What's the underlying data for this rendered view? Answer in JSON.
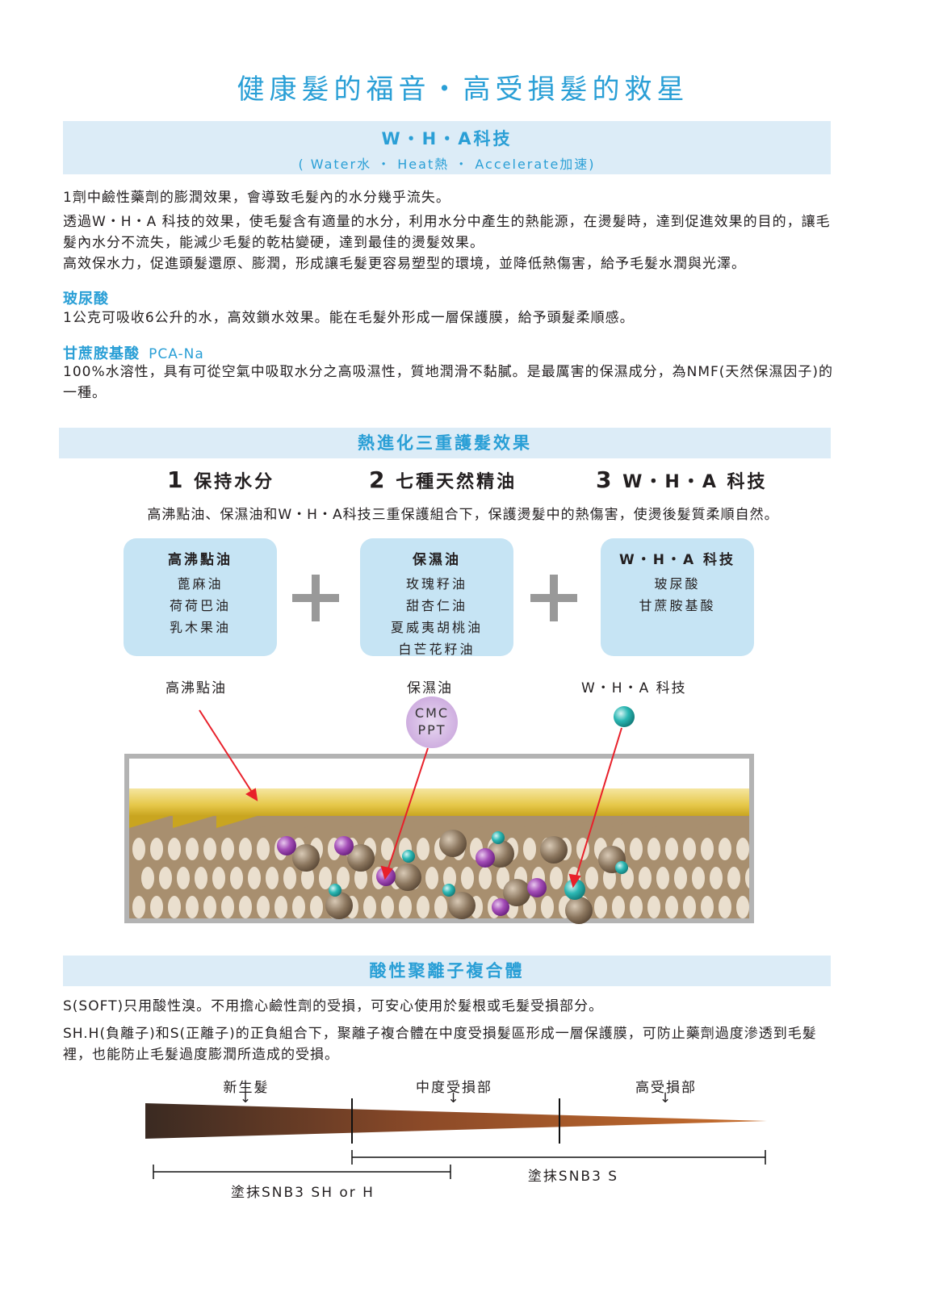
{
  "title": "健康髮的福音・高受損髮的救星",
  "wha": {
    "heading": "W・H・A科技",
    "subheading": "( Water水 ・ Heat熱 ・ Accelerate加速)",
    "paragraphs": [
      "1劑中鹼性藥劑的膨潤效果，會導致毛髮內的水分幾乎流失。",
      "透過W・H・A 科技的效果，使毛髮含有適量的水分，利用水分中產生的熱能源，在燙髮時，達到促進效果的目的，讓毛髮內水分不流失，能減少毛髮的乾枯變硬，達到最佳的燙髮效果。",
      "高效保水力，促進頭髮還原、膨潤，形成讓毛髮更容易塑型的環境，並降低熱傷害，給予毛髮水潤與光澤。"
    ]
  },
  "hyaluronic": {
    "heading": "玻尿酸",
    "text": "1公克可吸收6公升的水，高效鎖水效果。能在毛髮外形成一層保護膜，給予頭髮柔順感。"
  },
  "pca": {
    "heading": "甘蔗胺基酸",
    "heading_en": "PCA-Na",
    "text": "100%水溶性，具有可從空氣中吸取水分之高吸濕性，質地潤滑不黏膩。是最厲害的保濕成分，為NMF(天然保濕因子)的一種。"
  },
  "triple": {
    "heading": "熱進化三重護髮效果",
    "steps": [
      {
        "num": "1",
        "label": "保持水分"
      },
      {
        "num": "2",
        "label": "七種天然精油"
      },
      {
        "num": "3",
        "label": "W・H・A 科技"
      }
    ],
    "summary": "高沸點油、保濕油和W・H・A科技三重保護組合下，保護燙髮中的熱傷害，使燙後髮質柔順自然。",
    "boxes": [
      {
        "title": "高沸點油",
        "items": [
          "蓖麻油",
          "荷荷巴油",
          "乳木果油"
        ]
      },
      {
        "title": "保濕油",
        "items": [
          "玫瑰籽油",
          "甜杏仁油",
          "夏威夷胡桃油",
          "白芒花籽油"
        ]
      },
      {
        "title": "W・H・A 科技",
        "items": [
          "玻尿酸",
          "甘蔗胺基酸"
        ]
      }
    ],
    "diagram_labels": [
      "高沸點油",
      "保濕油",
      "W・H・A 科技"
    ],
    "bubble_text": [
      "CMC",
      "PPT"
    ]
  },
  "acid": {
    "heading": "酸性聚離子複合體",
    "paragraphs": [
      "S(SOFT)只用酸性溴。不用擔心鹼性劑的受損，可安心使用於髮根或毛髮受損部分。",
      "SH.H(負離子)和S(正離子)的正負組合下，聚離子複合體在中度受損髮區形成一層保護膜，可防止藥劑過度滲透到毛髮裡，也能防止毛髮過度膨潤所造成的受損。"
    ],
    "zones": [
      "新生髮",
      "中度受損部",
      "高受損部"
    ],
    "arrow_glyph": "↓",
    "range1": "塗抹SNB3 SH or H",
    "range2": "塗抹SNB3 S"
  },
  "colors": {
    "accent": "#2a9fd6",
    "band": "#dcecf7",
    "box": "#c6e4f4",
    "arrow": "#e8202a"
  }
}
